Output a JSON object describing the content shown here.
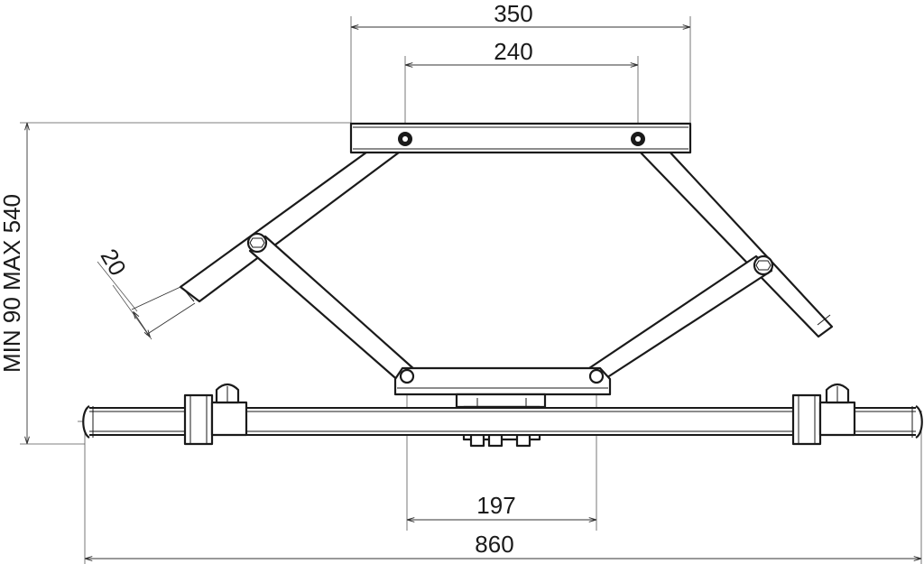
{
  "dimensions": {
    "top_width": "350",
    "top_hole_spacing": "240",
    "height_range": "MIN 90 MAX 540",
    "arm_width": "20",
    "base_plate_width": "197",
    "overall_width": "860"
  }
}
